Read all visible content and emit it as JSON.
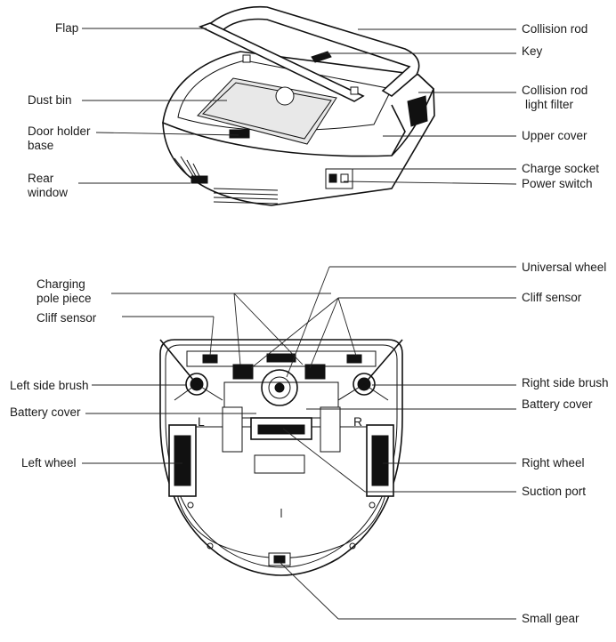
{
  "top_view": {
    "labels_left": {
      "flap": "Flap",
      "dust_bin": "Dust bin",
      "door_holder_base": [
        "Door holder",
        "base"
      ],
      "rear_window": [
        "Rear",
        "window"
      ]
    },
    "labels_right": {
      "collision_rod": "Collision rod",
      "key": "Key",
      "collision_rod_light_filter": [
        "Collision rod",
        "light filter"
      ],
      "upper_cover": "Upper cover",
      "charge_socket": "Charge socket",
      "power_switch": "Power switch"
    }
  },
  "bottom_view": {
    "labels_left": {
      "charging_pole_piece": [
        "Charging",
        "pole piece"
      ],
      "cliff_sensor": "Cliff sensor",
      "left_side_brush": "Left side brush",
      "battery_cover": "Battery cover",
      "left_wheel": "Left wheel"
    },
    "labels_right": {
      "universal_wheel": "Universal wheel",
      "cliff_sensor": "Cliff sensor",
      "right_side_brush": "Right side brush",
      "battery_cover": "Battery cover",
      "right_wheel": "Right wheel",
      "suction_port": "Suction port",
      "small_gear": "Small gear"
    },
    "wheel_marks": {
      "left": "L",
      "right": "R"
    }
  }
}
